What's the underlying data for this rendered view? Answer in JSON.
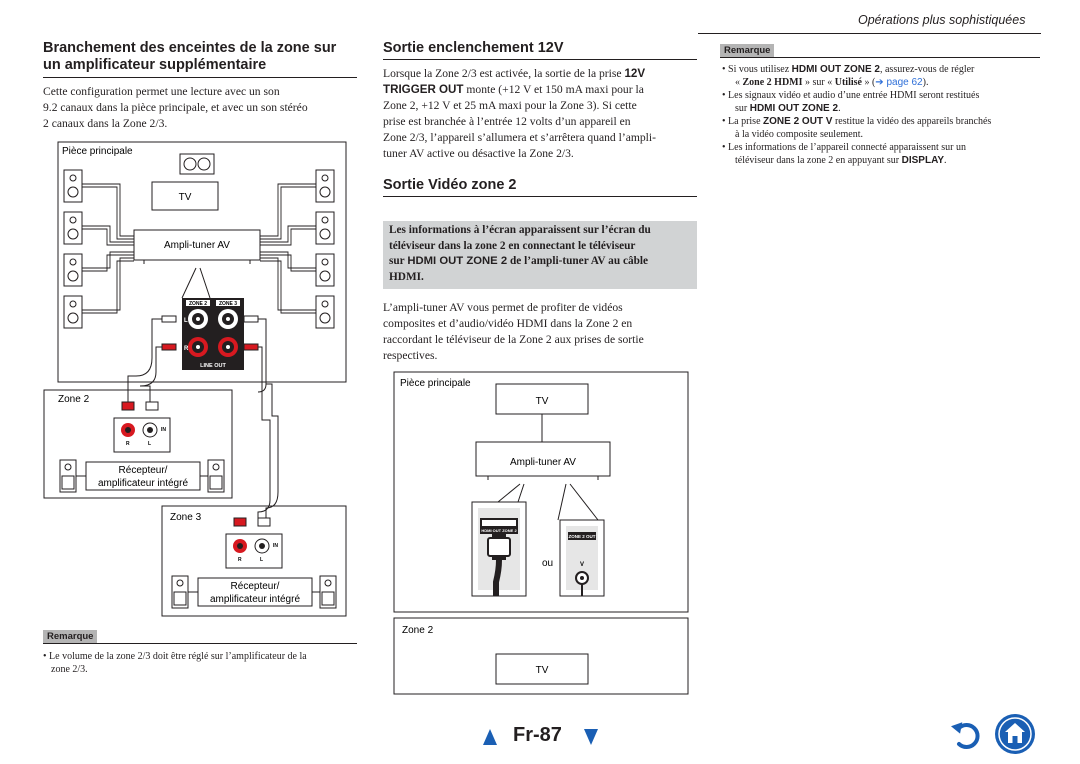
{
  "header": {
    "section": "Opérations plus sophistiquées"
  },
  "left": {
    "title1": "Branchement des enceintes de la zone sur",
    "title2": "un amplificateur supplémentaire",
    "para1": "Cette configuration permet une lecture avec un son",
    "para2": "9.2 canaux dans la pièce principale, et avec un son stéréo",
    "para3": "2 canaux dans la Zone 2/3.",
    "diagram": {
      "main_room": "Pièce principale",
      "tv": "TV",
      "receiver": "Ampli-tuner AV",
      "zone2_label": "ZONE 2",
      "zone3_label": "ZONE 3",
      "l": "L",
      "r": "R",
      "line_out": "LINE OUT",
      "zone2": "Zone 2",
      "zone3": "Zone 3",
      "in": "IN",
      "r_small": "R",
      "l_small": "L",
      "recv_line1": "Récepteur/",
      "recv_line2": "amplificateur intégré"
    },
    "note_label": "Remarque",
    "note1": "Le volume de la zone 2/3 doit être réglé sur l’amplificateur de la",
    "note2": "zone 2/3."
  },
  "middle": {
    "title_trigger": "Sortie enclenchement 12V",
    "trigger_lines": [
      [
        "Lorsque la Zone 2/3 est activée, la sortie de la prise ",
        "12V"
      ],
      [
        "TRIGGER OUT",
        " monte (+12 V et 150 mA maxi pour la"
      ],
      [
        "Zone 2, +12 V et 25 mA maxi pour la Zone 3). Si cette",
        ""
      ],
      [
        "prise est branchée à l’entrée 12 volts d’un appareil en",
        ""
      ],
      [
        "Zone 2/3, l’appareil s’allumera et s’arrêtera quand l’ampli-",
        ""
      ],
      [
        "tuner AV active ou désactive la Zone 2/3.",
        ""
      ]
    ],
    "title_video": "Sortie Vidéo zone 2",
    "highlight": {
      "l1": "Les informations à l’écran apparaissent sur l’écran du",
      "l2": "téléviseur dans la zone 2 en connectant le téléviseur",
      "l3a": "sur ",
      "l3b": "HDMI OUT ZONE 2",
      "l3c": " de l’ampli-tuner AV au câble",
      "l4": "HDMI."
    },
    "video_para": [
      "L’ampli-tuner AV vous permet de profiter de vidéos",
      "composites et d’audio/vidéo HDMI dans la Zone 2 en",
      "raccordant le téléviseur de la Zone 2 aux prises de sortie",
      "respectives."
    ],
    "diagram": {
      "main_room": "Pièce principale",
      "tv": "TV",
      "receiver": "Ampli-tuner AV",
      "hdmi_label": "HDMI OUT ZONE 2",
      "zone2out_label": "ZONE 2 OUT",
      "v": "V",
      "or": "ou",
      "zone2": "Zone 2",
      "tv2": "TV"
    }
  },
  "right": {
    "note_label": "Remarque",
    "b1": {
      "t1": "Si vous utilisez ",
      "t2": "HDMI OUT ZONE 2",
      "t3": ", assurez-vous de régler",
      "t4": "« ",
      "t5": "Zone 2 HDMI",
      "t6": " » sur « ",
      "t7": "Utilisé",
      "t8": " » (",
      "t9": "➔ page 62",
      "t10": ")."
    },
    "b2": {
      "t1": "Les signaux vidéo et audio d’une entrée HDMI seront restitués",
      "t2": "sur ",
      "t3": "HDMI OUT ZONE 2",
      "t4": "."
    },
    "b3": {
      "t1": "La prise ",
      "t2": "ZONE 2 OUT V",
      "t3": " restitue la vidéo des appareils branchés",
      "t4": "à la vidéo composite seulement."
    },
    "b4": {
      "t1": "Les informations de l’appareil connecté apparaissent sur un",
      "t2": "téléviseur dans la zone 2 en appuyant sur ",
      "t3": "DISPLAY",
      "t4": "."
    }
  },
  "footer": {
    "page": "Fr-87"
  },
  "colors": {
    "nav_blue": "#1a5fb4",
    "link_blue": "#2e6fd8",
    "rca_red": "#d71920",
    "highlight_gray": "#d1d3d4",
    "note_gray": "#b4b4b4"
  }
}
